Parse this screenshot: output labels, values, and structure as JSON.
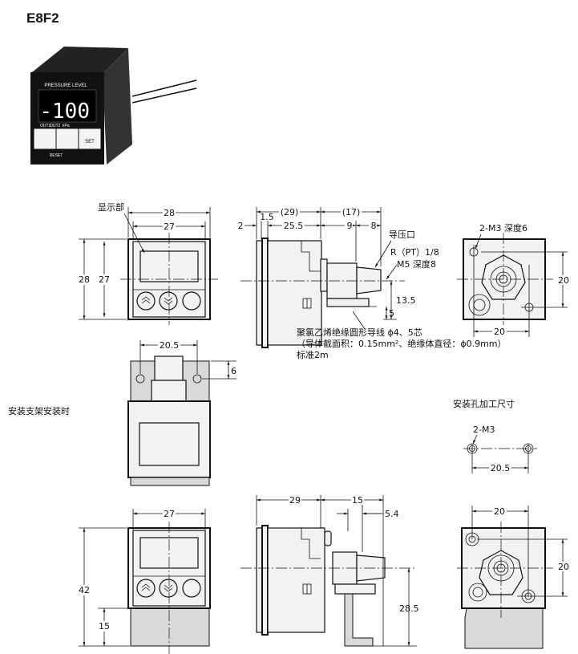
{
  "title": "E8F2",
  "photo": {
    "display": "-100",
    "header": "PRESSURE LEVEL",
    "labels": [
      "OUT1",
      "OUT2",
      "kPa"
    ],
    "set": "SET",
    "reset": "RESET"
  },
  "front": {
    "label_display": "显示部",
    "w_outer": "28",
    "w_inner": "27",
    "h_outer": "28",
    "h_inner": "27"
  },
  "side": {
    "d_total": "(29)",
    "d_conn": "(17)",
    "d2": "2",
    "d15": "1.5",
    "d255": "25.5",
    "d9": "9",
    "d8": "8",
    "port": "导压口",
    "thread": "R（PT）1/8",
    "m5": "M5 深度8",
    "d135": "13.5",
    "d5": "5",
    "cable1": "聚氯乙烯绝缘圆形导线 ϕ4、5芯",
    "cable2": "（导体截面积：0.15mm²、绝缘体直径：ϕ0.9mm）",
    "cable3": "标准2m"
  },
  "rear": {
    "holes": "2-M3 深度6",
    "w": "20",
    "h": "20"
  },
  "bracket": {
    "label": "安装支架安装时",
    "w": "20.5",
    "h": "6"
  },
  "mount_holes": {
    "title": "安装孔加工尺寸",
    "holes": "2-M3",
    "pitch": "20.5"
  },
  "bottom_front": {
    "w": "27",
    "h_total": "42",
    "h_bracket": "15"
  },
  "bottom_side": {
    "d29": "29",
    "d15": "15",
    "d54": "5.4",
    "d285": "28.5"
  },
  "bottom_rear": {
    "w": "20",
    "h": "20"
  }
}
